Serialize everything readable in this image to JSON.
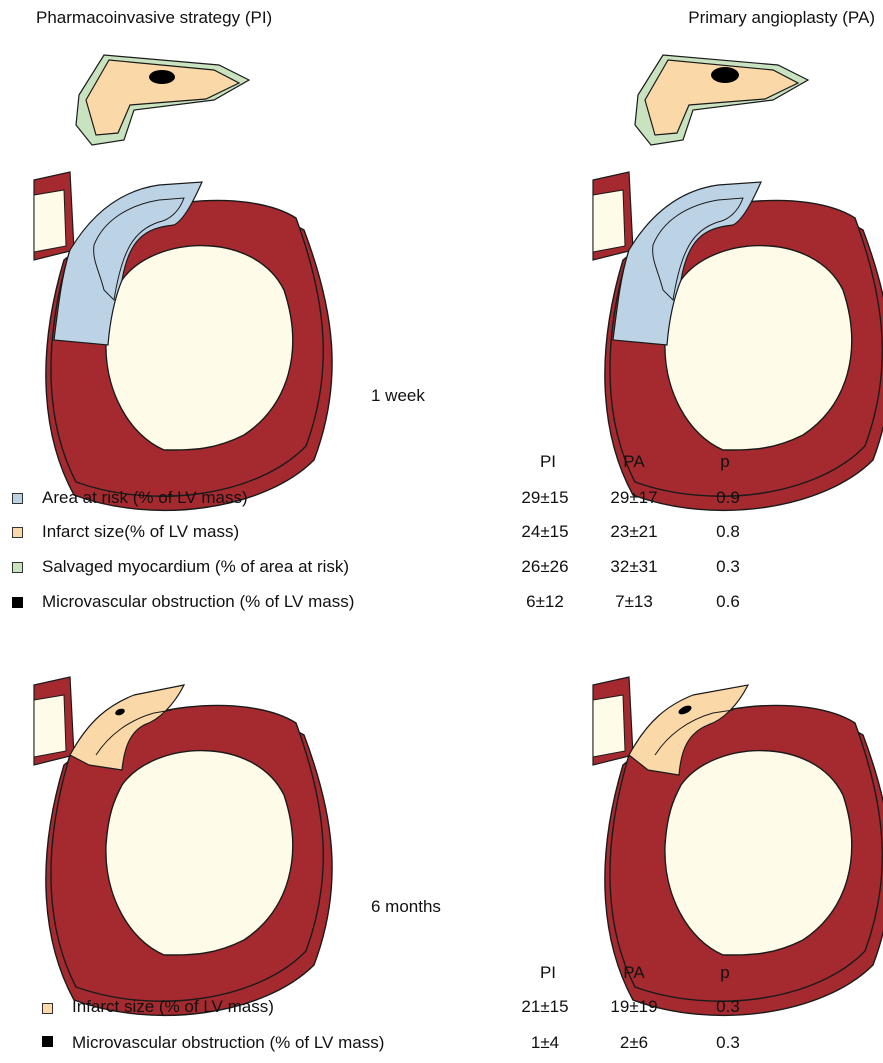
{
  "header": {
    "left_title": "Pharmacoinvasive strategy (PI)",
    "right_title": "Primary angioplasty (PA)"
  },
  "colors": {
    "area_at_risk": "#bcd3e6",
    "infarct": "#fbd8a8",
    "salvaged": "#c9e2bf",
    "mvo": "#000000",
    "myocardium": "#a52a2f",
    "cavity": "#fffbe9"
  },
  "week": {
    "timepoint_label": "1 week",
    "columns": [
      "PI",
      "PA",
      "p"
    ],
    "rows": [
      {
        "label": "Area at risk (% of LV mass)",
        "pi": "29±15",
        "pa": "29±17",
        "p": "0.9",
        "swatch": "area_at_risk"
      },
      {
        "label": "Infarct size(% of LV mass)",
        "pi": "24±15",
        "pa": "23±21",
        "p": "0.8",
        "swatch": "infarct"
      },
      {
        "label": "Salvaged myocardium (% of area at risk)",
        "pi": "26±26",
        "pa": "32±31",
        "p": "0.3",
        "swatch": "salvaged"
      },
      {
        "label": "Microvascular obstruction (% of LV mass)",
        "pi": "6±12",
        "pa": "7±13",
        "p": "0.6",
        "swatch": "mvo"
      }
    ]
  },
  "month6": {
    "timepoint_label": "6 months",
    "columns": [
      "PI",
      "PA",
      "p"
    ],
    "rows": [
      {
        "label": "Infarct size (% of LV mass)",
        "pi": "21±15",
        "pa": "19±19",
        "p": "0.3",
        "swatch": "infarct"
      },
      {
        "label": "Microvascular obstruction (% of LV mass)",
        "pi": "1±4",
        "pa": "2±6",
        "p": "0.3",
        "swatch": "mvo"
      }
    ]
  }
}
